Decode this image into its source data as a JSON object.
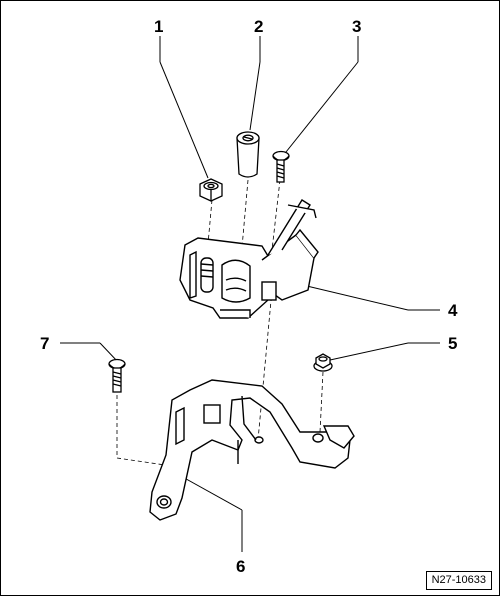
{
  "diagram": {
    "callouts": [
      "1",
      "2",
      "3",
      "4",
      "5",
      "6",
      "7"
    ],
    "reference": "N27-10633"
  }
}
